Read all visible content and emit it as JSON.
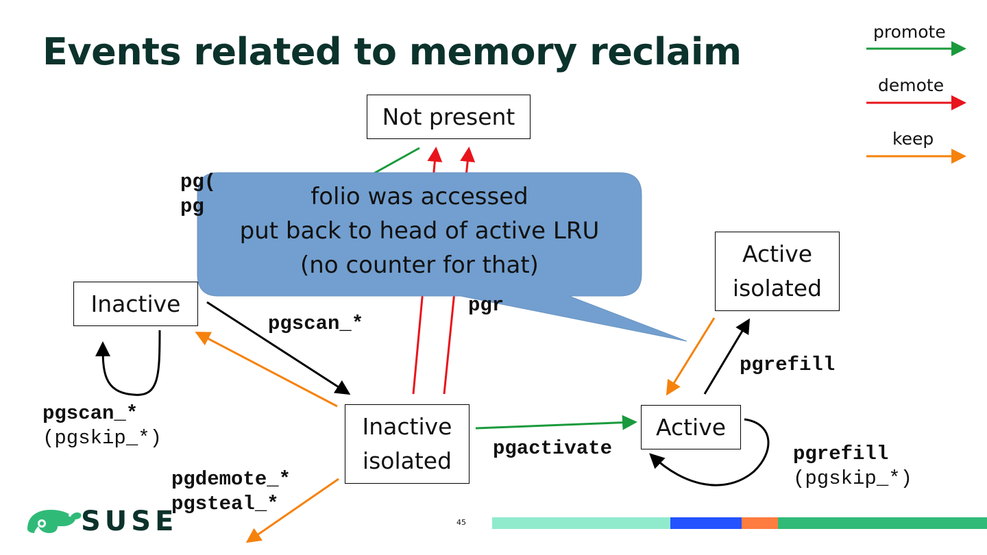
{
  "title": "Events related to memory reclaim",
  "legend": {
    "promote": "promote",
    "demote": "demote",
    "keep": "keep"
  },
  "colors": {
    "promote": "#1a9a3c",
    "demote": "#e8141c",
    "keep": "#f5820d",
    "neutral": "#000000",
    "callout_fill": "#729fcf",
    "title": "#0c322c",
    "brand": "#30ba78"
  },
  "nodes": {
    "not_present": "Not present",
    "inactive": "Inactive",
    "inactive_isolated_line1": "Inactive",
    "inactive_isolated_line2": "isolated",
    "active": "Active",
    "active_isolated_line1": "Active",
    "active_isolated_line2": "isolated"
  },
  "edge_labels": {
    "pgscan_inactive_to_isolated": "pgscan_*",
    "inactive_self_line1": "pgscan_*",
    "inactive_self_line2": "(pgskip_*)",
    "pgdemote": "pgdemote_*",
    "pgsteal": "pgsteal_*",
    "pgactivate": "pgactivate",
    "pgrefill_to_active_isolated": "pgrefill",
    "active_self_line1": "pgrefill",
    "active_self_line2": "(pgskip_*)",
    "hidden_top_left_1": "pg(",
    "hidden_top_left_2": "pg",
    "hidden_center": "pgr"
  },
  "callout": {
    "line1": "folio was accessed",
    "line2": "put back to head of active LRU",
    "line3": "(no counter for that)"
  },
  "footer": {
    "brand": "SUSE",
    "page_number": "45",
    "bar_colors": [
      "#90ebcd",
      "#2453ff",
      "#fe7c3f",
      "#30ba78"
    ]
  }
}
